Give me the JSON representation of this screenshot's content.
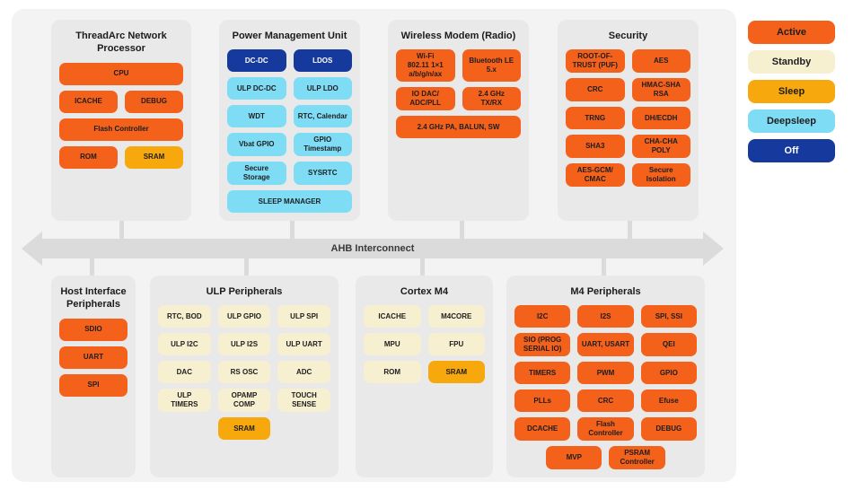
{
  "colors": {
    "active": "#F4611A",
    "standby": "#F6EFD0",
    "sleep": "#F7A80D",
    "deepsleep": "#7EDDF4",
    "off": "#16399D",
    "panel_bg": "#F3F3F4",
    "block_bg": "#E9E9EA",
    "bus_bg": "#DBDBDC"
  },
  "legend": [
    {
      "label": "Active",
      "state": "active"
    },
    {
      "label": "Standby",
      "state": "standby"
    },
    {
      "label": "Sleep",
      "state": "sleep"
    },
    {
      "label": "Deepsleep",
      "state": "deepsleep"
    },
    {
      "label": "Off",
      "state": "off"
    }
  ],
  "interconnect": {
    "label": "AHB Interconnect"
  },
  "blocks": [
    {
      "title": "ThreadArc Network Processor",
      "cols": 2,
      "chips": [
        {
          "label": "CPU",
          "state": "active",
          "span": "full"
        },
        {
          "label": "ICACHE",
          "state": "active"
        },
        {
          "label": "DEBUG",
          "state": "active"
        },
        {
          "label": "Flash Controller",
          "state": "active",
          "span": "full"
        },
        {
          "label": "ROM",
          "state": "active"
        },
        {
          "label": "SRAM",
          "state": "sleep"
        }
      ]
    },
    {
      "title": "Power Management Unit",
      "cols": 2,
      "chips": [
        {
          "label": "DC-DC",
          "state": "off"
        },
        {
          "label": "LDOS",
          "state": "off"
        },
        {
          "label": "ULP DC-DC",
          "state": "deepsleep"
        },
        {
          "label": "ULP LDO",
          "state": "deepsleep"
        },
        {
          "label": "WDT",
          "state": "deepsleep"
        },
        {
          "label": "RTC, Calendar",
          "state": "deepsleep"
        },
        {
          "label": "Vbat GPIO",
          "state": "deepsleep"
        },
        {
          "label": "GPIO\nTimestamp",
          "state": "deepsleep"
        },
        {
          "label": "Secure\nStorage",
          "state": "deepsleep"
        },
        {
          "label": "SYSRTC",
          "state": "deepsleep"
        },
        {
          "label": "SLEEP MANAGER",
          "state": "deepsleep",
          "span": "full"
        }
      ]
    },
    {
      "title": "Wireless Modem (Radio)",
      "cols": 2,
      "chips": [
        {
          "label": "Wi-Fi\n802.11 1×1\na/b/g/n/ax",
          "state": "active"
        },
        {
          "label": "Bluetooth LE\n5.x",
          "state": "active"
        },
        {
          "label": "IO DAC/\nADC/PLL",
          "state": "active"
        },
        {
          "label": "2.4 GHz\nTX/RX",
          "state": "active"
        },
        {
          "label": "2.4 GHz PA, BALUN, SW",
          "state": "active",
          "span": "full"
        }
      ]
    },
    {
      "title": "Security",
      "cols": 2,
      "chips": [
        {
          "label": "ROOT-OF-\nTRUST (PUF)",
          "state": "active"
        },
        {
          "label": "AES",
          "state": "active"
        },
        {
          "label": "CRC",
          "state": "active"
        },
        {
          "label": "HMAC-SHA\nRSA",
          "state": "active"
        },
        {
          "label": "TRNG",
          "state": "active"
        },
        {
          "label": "DH/ECDH",
          "state": "active"
        },
        {
          "label": "SHA3",
          "state": "active"
        },
        {
          "label": "CHA-CHA\nPOLY",
          "state": "active"
        },
        {
          "label": "AES-GCM/\nCMAC",
          "state": "active"
        },
        {
          "label": "Secure\nIsolation",
          "state": "active"
        }
      ]
    },
    {
      "title": "Host Interface Peripherals",
      "cols": 1,
      "chips": [
        {
          "label": "SDIO",
          "state": "active"
        },
        {
          "label": "UART",
          "state": "active"
        },
        {
          "label": "SPI",
          "state": "active"
        }
      ]
    },
    {
      "title": "ULP Peripherals",
      "cols": 3,
      "chips": [
        {
          "label": "RTC, BOD",
          "state": "standby"
        },
        {
          "label": "ULP GPIO",
          "state": "standby"
        },
        {
          "label": "ULP SPI",
          "state": "standby"
        },
        {
          "label": "ULP I2C",
          "state": "standby"
        },
        {
          "label": "ULP I2S",
          "state": "standby"
        },
        {
          "label": "ULP UART",
          "state": "standby"
        },
        {
          "label": "DAC",
          "state": "standby"
        },
        {
          "label": "RS OSC",
          "state": "standby"
        },
        {
          "label": "ADC",
          "state": "standby"
        },
        {
          "label": "ULP\nTIMERS",
          "state": "standby"
        },
        {
          "label": "OPAMP\nCOMP",
          "state": "standby"
        },
        {
          "label": "TOUCH\nSENSE",
          "state": "standby"
        },
        {
          "label": "SRAM",
          "state": "sleep",
          "span": "center"
        }
      ]
    },
    {
      "title": "Cortex M4",
      "cols": 2,
      "chips": [
        {
          "label": "ICACHE",
          "state": "standby"
        },
        {
          "label": "M4CORE",
          "state": "standby"
        },
        {
          "label": "MPU",
          "state": "standby"
        },
        {
          "label": "FPU",
          "state": "standby"
        },
        {
          "label": "ROM",
          "state": "standby"
        },
        {
          "label": "SRAM",
          "state": "sleep"
        }
      ]
    },
    {
      "title": "M4 Peripherals",
      "cols": 3,
      "chips": [
        {
          "label": "I2C",
          "state": "active"
        },
        {
          "label": "I2S",
          "state": "active"
        },
        {
          "label": "SPI, SSI",
          "state": "active"
        },
        {
          "label": "SIO (PROG\nSERIAL IO)",
          "state": "active"
        },
        {
          "label": "UART, USART",
          "state": "active"
        },
        {
          "label": "QEI",
          "state": "active"
        },
        {
          "label": "TIMERS",
          "state": "active"
        },
        {
          "label": "PWM",
          "state": "active"
        },
        {
          "label": "GPIO",
          "state": "active"
        },
        {
          "label": "PLLs",
          "state": "active"
        },
        {
          "label": "CRC",
          "state": "active"
        },
        {
          "label": "Efuse",
          "state": "active"
        },
        {
          "label": "DCACHE",
          "state": "active"
        },
        {
          "label": "Flash\nController",
          "state": "active"
        },
        {
          "label": "DEBUG",
          "state": "active"
        },
        {
          "label": "MVP",
          "state": "active",
          "span": "center-left"
        },
        {
          "label": "PSRAM\nController",
          "state": "active",
          "span": "center-right"
        }
      ]
    }
  ]
}
